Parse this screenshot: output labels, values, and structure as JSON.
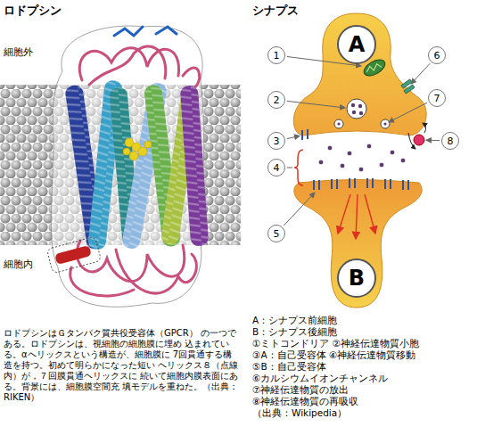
{
  "diagram": {
    "caption": "ロドプシンはＧタンパク質共役受容体（GPCR） の一つである。ロドプシンは、視細胞の細胞膜に埋め 込まれている。αヘリックスという構造が、細胞膜に 7回貫通する構造を持つ。初めて明らかになった短い ヘリックス８（点線内）が，７回膜貫通ヘリックスに 続いて細胞内膜表面にある。背景には、細胞膜空間充 填モデルを重ねた。（出典：RIKEN）",
    "nodes": [
      {
        "text": [
          "A"
        ]
      },
      {
        "text": [
          "1"
        ]
      },
      {
        "text": [
          "6"
        ]
      },
      {
        "text": [
          "2"
        ]
      },
      {
        "text": [
          "7"
        ]
      },
      {
        "text": [
          "3"
        ]
      },
      {
        "text": [
          "8"
        ]
      },
      {
        "text": [
          "4"
        ]
      },
      {
        "text": [
          "5"
        ]
      },
      {
        "text": [
          "B"
        ]
      }
    ],
    "labels": [
      "ロドプシン",
      "細胞外",
      "細胞内",
      "シナプス",
      "A：シナプス前細胞",
      "B：シナプス後細胞",
      "①ミトコンドリア ②神経伝達物質小胞",
      "③A：自己受容体 ④神経伝達物質移動",
      "⑤B：自己受容体",
      "⑥カルシウムイオンチャンネル",
      "⑦神経伝達物質の放出",
      "⑧神経伝達物質の再吸収",
      "（出典：Wikipedia）"
    ]
  }
}
